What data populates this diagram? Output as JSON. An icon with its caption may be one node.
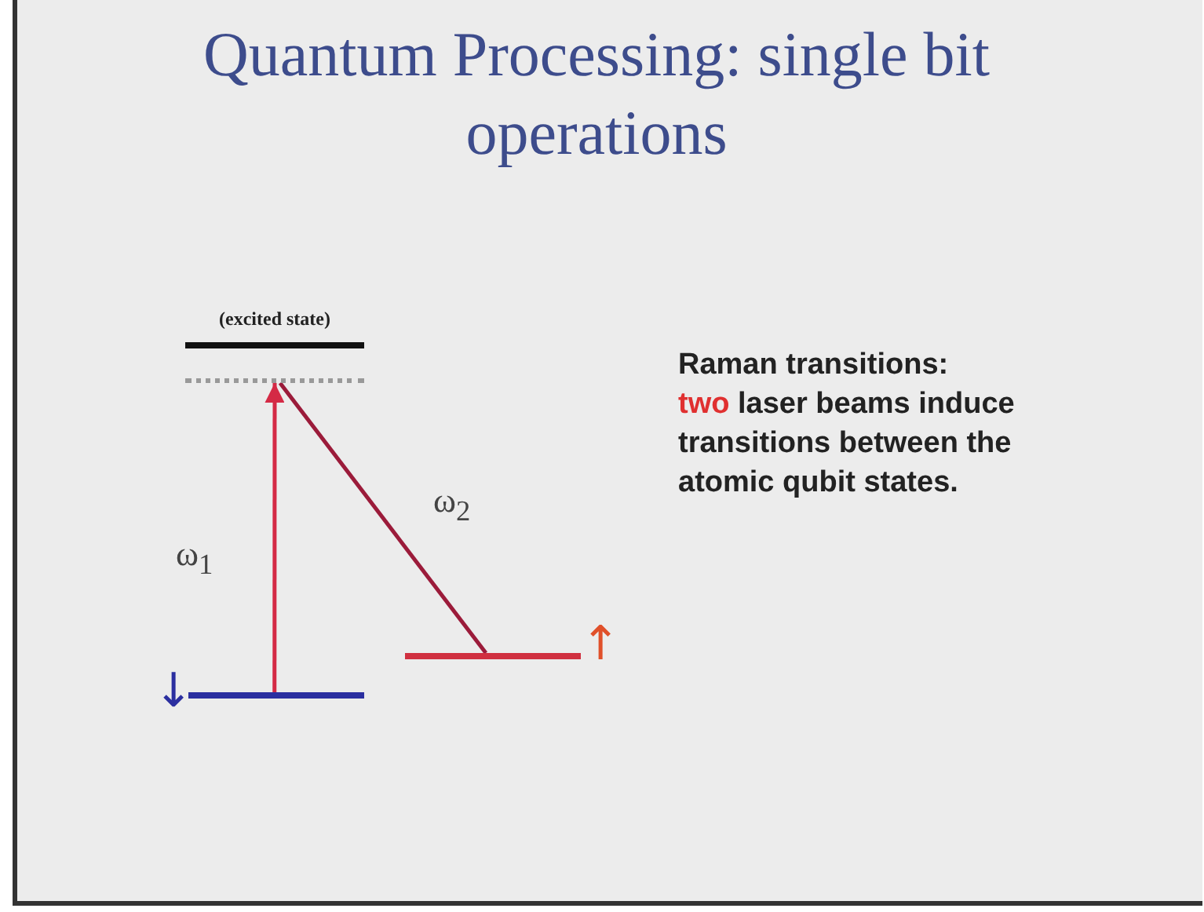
{
  "diagram": {
    "title": "Quantum Processing:  single bit operations",
    "nodes": [
      {
        "text": [
          "(excited state)"
        ]
      },
      {
        "text": [],
        "shape": "bar"
      },
      {
        "text": [],
        "shape": "bar",
        "beside": [
          "↓"
        ]
      },
      {
        "text": [],
        "shape": "bar",
        "beside": [
          "↑"
        ]
      }
    ],
    "edges": [
      {
        "from": 2,
        "to": 1,
        "arrow": "to",
        "label": "ω$_{1}$",
        "color": "#d42a45"
      },
      {
        "from": 3,
        "to": 1,
        "arrow": "none",
        "label": "ω$_{2}$",
        "color": "#9b1b3a"
      }
    ],
    "labels": [
      "Raman transitions:",
      "two laser beams induce transitions between the atomic qubit states."
    ]
  }
}
